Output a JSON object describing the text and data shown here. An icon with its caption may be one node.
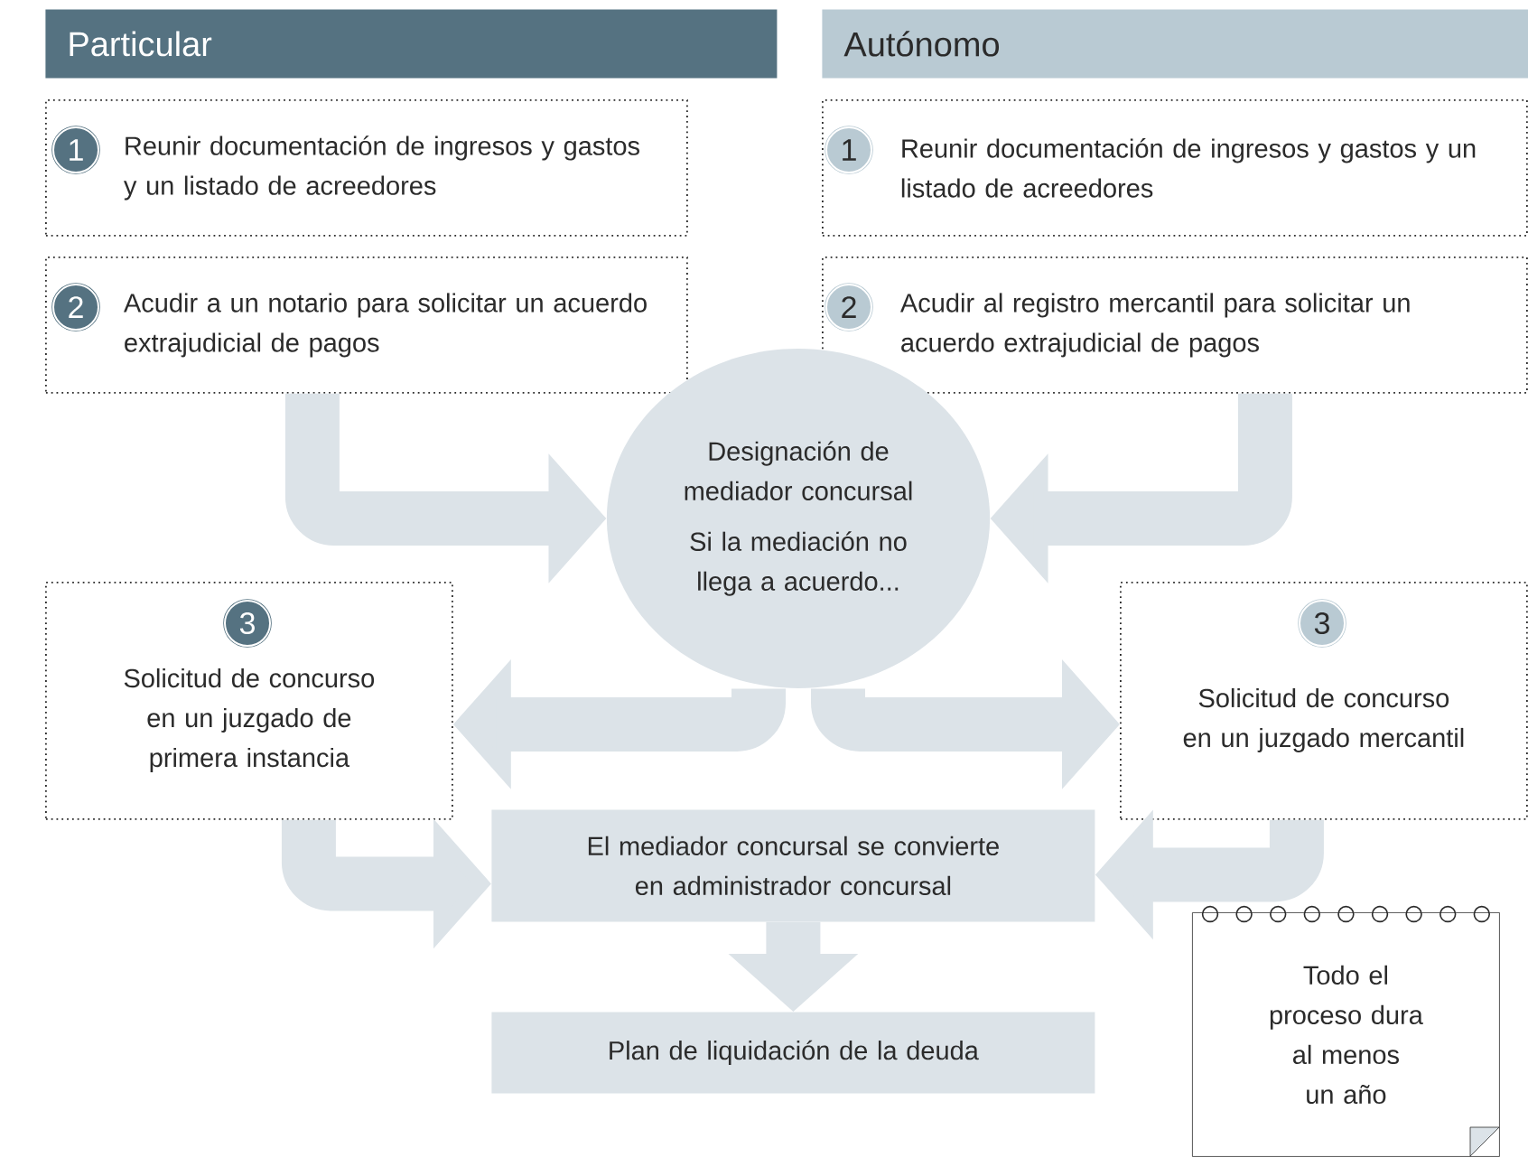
{
  "diagram": {
    "nodes": [
      {
        "text": [
          "Particular"
        ]
      },
      {
        "text": [
          "Autónomo"
        ]
      },
      {
        "text": [
          "Reunir documentación de ingresos y gastos y un listado de acreedores"
        ]
      },
      {
        "text": [
          "1"
        ],
        "in": 2
      },
      {
        "text": [
          "Acudir a un notario para solicitar un acuerdo extrajudicial de pagos"
        ]
      },
      {
        "text": [
          "2"
        ],
        "in": 4
      },
      {
        "text": [
          "Reunir documentación de ingresos y gastos y un listado de acreedores"
        ]
      },
      {
        "text": [
          "1"
        ],
        "in": 6
      },
      {
        "text": [
          "Acudir al registro mercantil para solicitar un acuerdo extrajudicial de pagos"
        ]
      },
      {
        "text": [
          "2"
        ],
        "in": 8
      },
      {
        "text": [
          "Designación de mediador concursal",
          "Si la mediación no llega a acuerdo..."
        ]
      },
      {
        "text": [
          "Solicitud de concurso en un juzgado de primera instancia"
        ]
      },
      {
        "text": [
          "3"
        ],
        "in": 11
      },
      {
        "text": [
          "Solicitud de concurso en un juzgado mercantil"
        ]
      },
      {
        "text": [
          "3"
        ],
        "in": 13
      },
      {
        "text": [
          "El mediador concursal se convierte en administrador concursal"
        ]
      },
      {
        "text": [
          "Plan de liquidación de la deuda"
        ]
      },
      {
        "text": [
          "Todo el proceso dura al menos un año"
        ]
      }
    ],
    "edges": [
      {
        "from": 4,
        "to": 10,
        "arrow": "to"
      },
      {
        "from": 8,
        "to": 10,
        "arrow": "to"
      },
      {
        "from": 10,
        "to": 11,
        "arrow": "to"
      },
      {
        "from": 10,
        "to": 13,
        "arrow": "to"
      },
      {
        "from": 11,
        "to": 15,
        "arrow": "to"
      },
      {
        "from": 13,
        "to": 15,
        "arrow": "to"
      },
      {
        "from": 15,
        "to": 16,
        "arrow": "to"
      }
    ]
  }
}
